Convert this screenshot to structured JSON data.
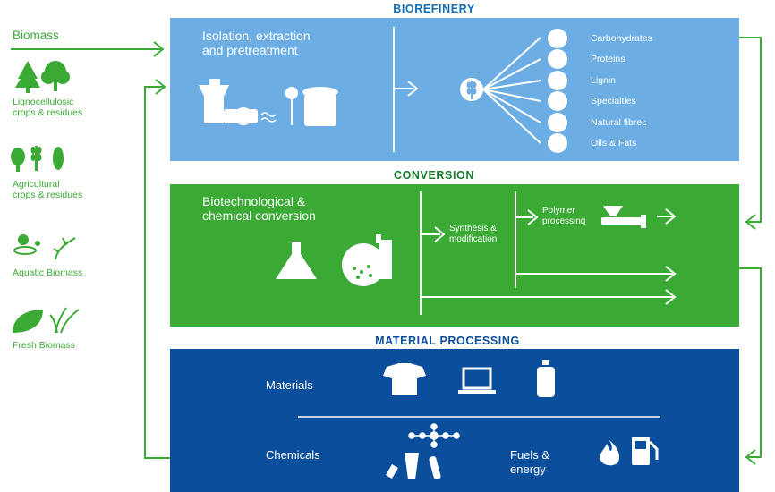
{
  "sections": {
    "biorefinery": {
      "title": "BIOREFINERY",
      "panel_label_line1": "Isolation, extraction",
      "panel_label_line2": "and pretreatment",
      "products": [
        "Carbohydrates",
        "Proteins",
        "Lignin",
        "Specialties",
        "Natural fibres",
        "Oils & Fats"
      ],
      "color": "#6caee3"
    },
    "conversion": {
      "title": "CONVERSION",
      "panel_label_line1": "Biotechnological &",
      "panel_label_line2": "chemical conversion",
      "synthesis_line1": "Synthesis &",
      "synthesis_line2": "modification",
      "polymer_line1": "Polymer",
      "polymer_line2": "processing",
      "color": "#3aaa35"
    },
    "material_processing": {
      "title": "MATERIAL PROCESSING",
      "materials_label": "Materials",
      "chemicals_label": "Chemicals",
      "fuels_line1": "Fuels &",
      "fuels_line2": "energy",
      "color": "#0b4f9c"
    }
  },
  "biomass": {
    "heading": "Biomass",
    "sources": [
      {
        "line1": "Lignocellulosic",
        "line2": "crops & residues"
      },
      {
        "line1": "Agricultural",
        "line2": "crops & residues"
      },
      {
        "line1": "Aquatic Biomass",
        "line2": ""
      },
      {
        "line1": "Fresh Biomass",
        "line2": ""
      }
    ]
  },
  "colors": {
    "title_blue": "#0e6fb5",
    "title_green": "#1a7a2e",
    "title_navy": "#0b4f9c",
    "green": "#3aaa35"
  },
  "icons": [
    "tree-icon",
    "wheat-icon",
    "algae-icon",
    "leaf-icon",
    "flask-icon",
    "reactor-icon",
    "tshirt-icon",
    "laptop-icon",
    "bottle-icon",
    "molecule-icon",
    "flame-icon",
    "fuel-pump-icon"
  ]
}
